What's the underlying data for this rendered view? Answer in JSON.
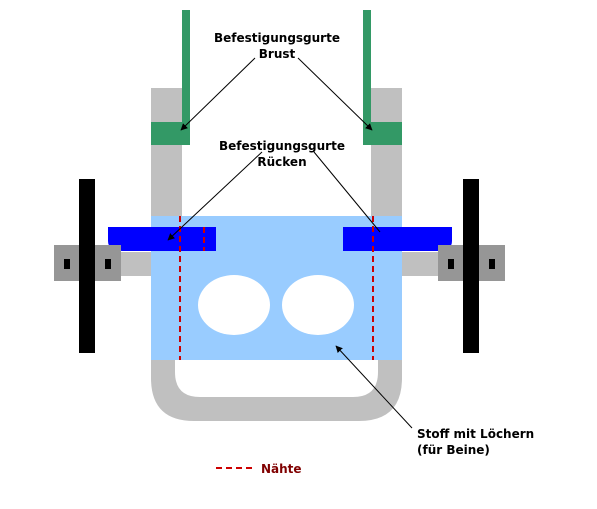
{
  "labels": {
    "brust_line1": "Befestigungsgurte",
    "brust_line2": "Brust",
    "ruecken_line1": "Befestigungsgurte",
    "ruecken_line2": "Rücken",
    "stoff_line1": "Stoff mit Löchern",
    "stoff_line2": "(für Beine)",
    "legend_naehte": "Nähte"
  },
  "colors": {
    "frame": "#c0c0c0",
    "fabric": "#99ccff",
    "strap_chest": "#339966",
    "strap_back": "#0000ff",
    "wheel": "#000000",
    "axle": "#969696",
    "seam": "#cc0000",
    "legend_text": "#800000"
  }
}
